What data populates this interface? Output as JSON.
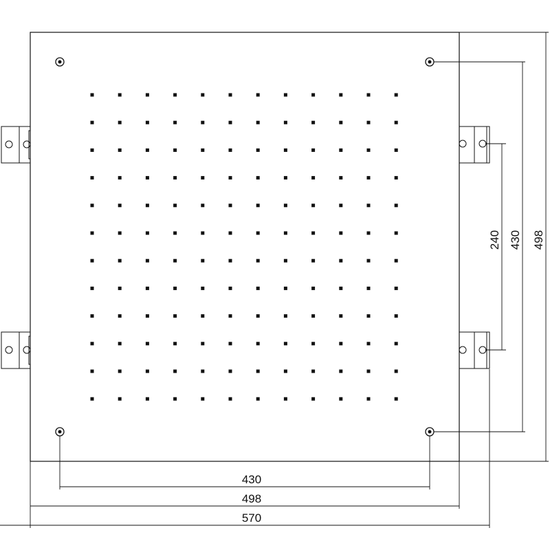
{
  "drawing": {
    "dimensions": {
      "bottom_holes": "430",
      "bottom_plate": "498",
      "bottom_overall": "570",
      "right_brackets": "240",
      "right_holes": "430",
      "right_plate": "498"
    },
    "nozzle_grid": {
      "rows": 12,
      "cols": 12
    },
    "colors": {
      "line": "#111111",
      "background": "#ffffff"
    }
  }
}
